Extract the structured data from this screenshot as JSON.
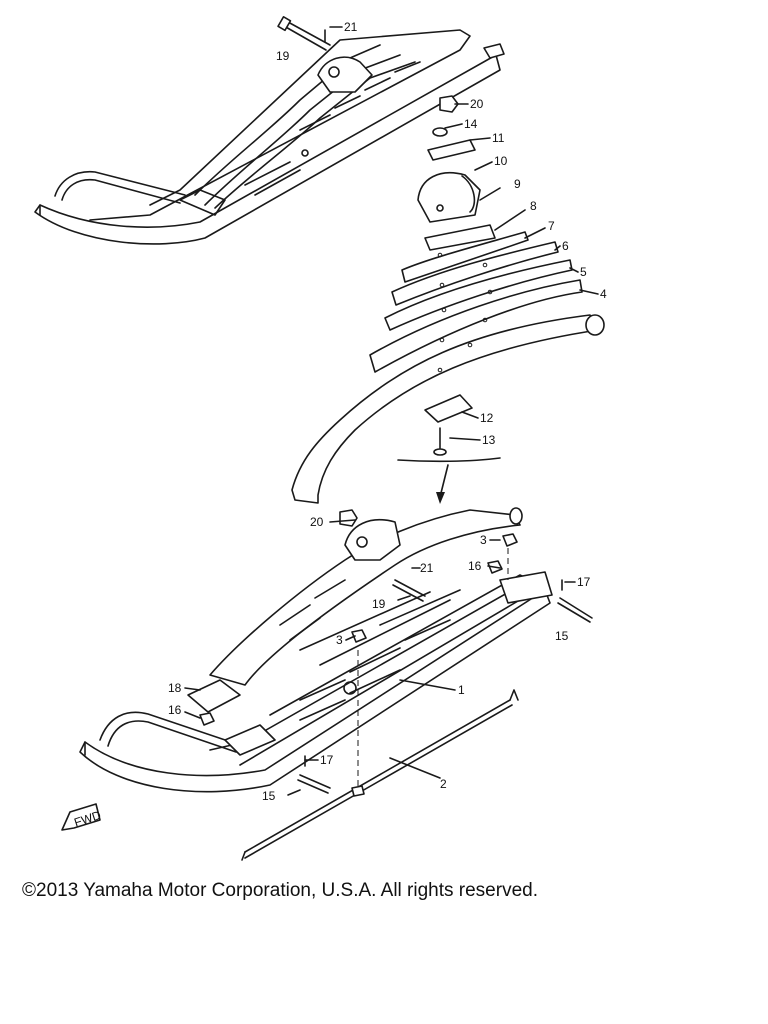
{
  "copyright": "©2013 Yamaha Motor Corporation, U.S.A. All rights reserved.",
  "direction_marker": "FWD",
  "callouts": {
    "p1": "1",
    "p2": "2",
    "p3a": "3",
    "p3b": "3",
    "p4": "4",
    "p5": "5",
    "p6": "6",
    "p7": "7",
    "p8": "8",
    "p9": "9",
    "p10": "10",
    "p11": "11",
    "p12": "12",
    "p13": "13",
    "p14": "14",
    "p15a": "15",
    "p15b": "15",
    "p16a": "16",
    "p16b": "16",
    "p17a": "17",
    "p17b": "17",
    "p18": "18",
    "p19a": "19",
    "p19b": "19",
    "p20a": "20",
    "p20b": "20",
    "p21a": "21",
    "p21b": "21"
  }
}
